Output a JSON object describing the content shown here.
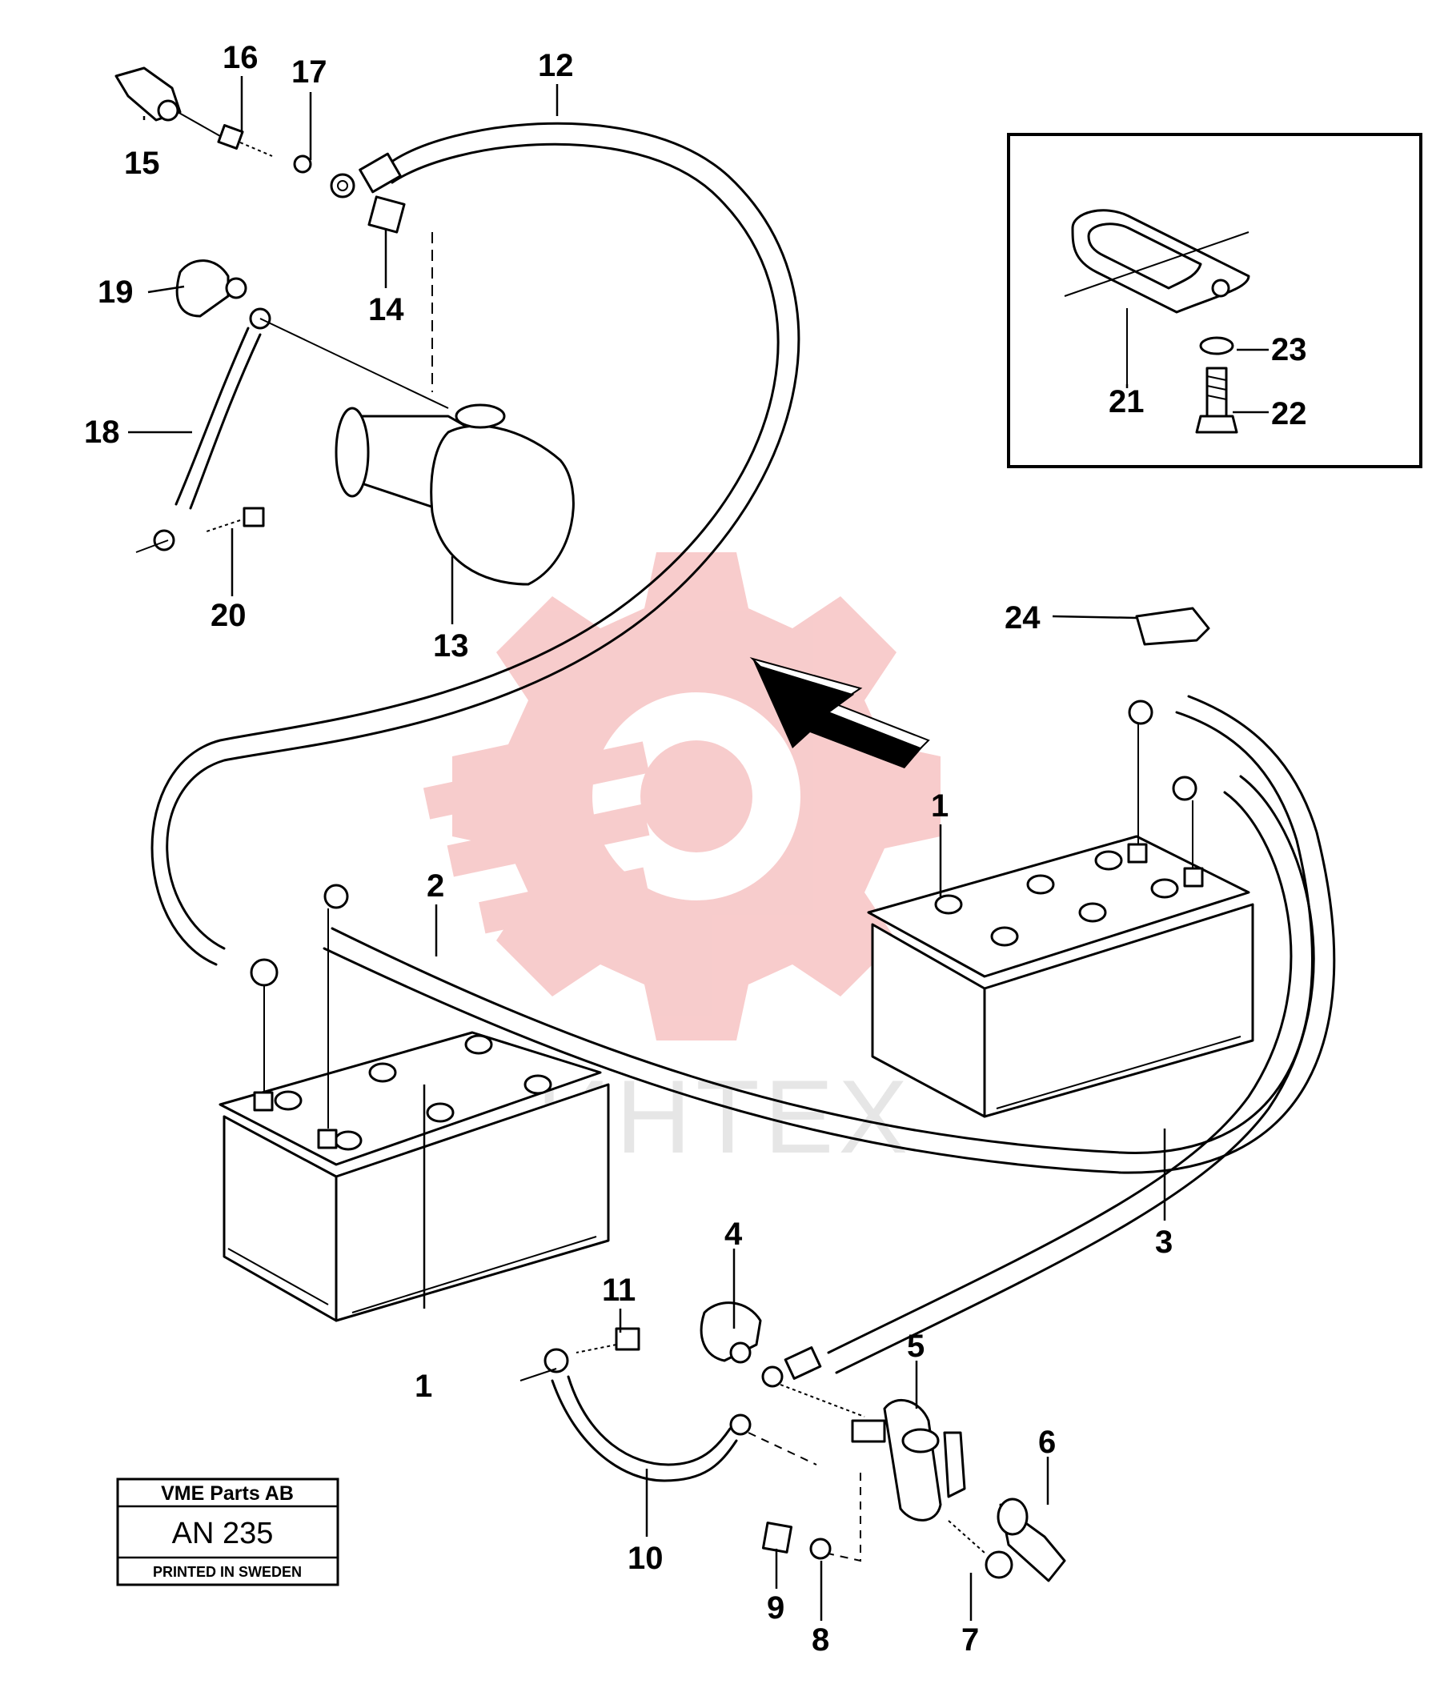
{
  "diagram": {
    "callouts": [
      {
        "id": "1a",
        "text": "1"
      },
      {
        "id": "1b",
        "text": "1"
      },
      {
        "id": "2",
        "text": "2"
      },
      {
        "id": "3",
        "text": "3"
      },
      {
        "id": "4",
        "text": "4"
      },
      {
        "id": "5",
        "text": "5"
      },
      {
        "id": "6",
        "text": "6"
      },
      {
        "id": "7",
        "text": "7"
      },
      {
        "id": "8",
        "text": "8"
      },
      {
        "id": "9",
        "text": "9"
      },
      {
        "id": "10",
        "text": "10"
      },
      {
        "id": "11",
        "text": "11"
      },
      {
        "id": "12",
        "text": "12"
      },
      {
        "id": "13",
        "text": "13"
      },
      {
        "id": "14",
        "text": "14"
      },
      {
        "id": "15",
        "text": "15"
      },
      {
        "id": "16",
        "text": "16"
      },
      {
        "id": "17",
        "text": "17"
      },
      {
        "id": "18",
        "text": "18"
      },
      {
        "id": "19",
        "text": "19"
      },
      {
        "id": "20",
        "text": "20"
      },
      {
        "id": "21",
        "text": "21"
      },
      {
        "id": "22",
        "text": "22"
      },
      {
        "id": "23",
        "text": "23"
      },
      {
        "id": "24",
        "text": "24"
      }
    ]
  },
  "title_box": {
    "company": "VME Parts AB",
    "code": "AN 235",
    "printed": "PRINTED IN SWEDEN"
  },
  "watermark": {
    "text": "ИНТЕХ",
    "color": "#f4b0b0"
  }
}
